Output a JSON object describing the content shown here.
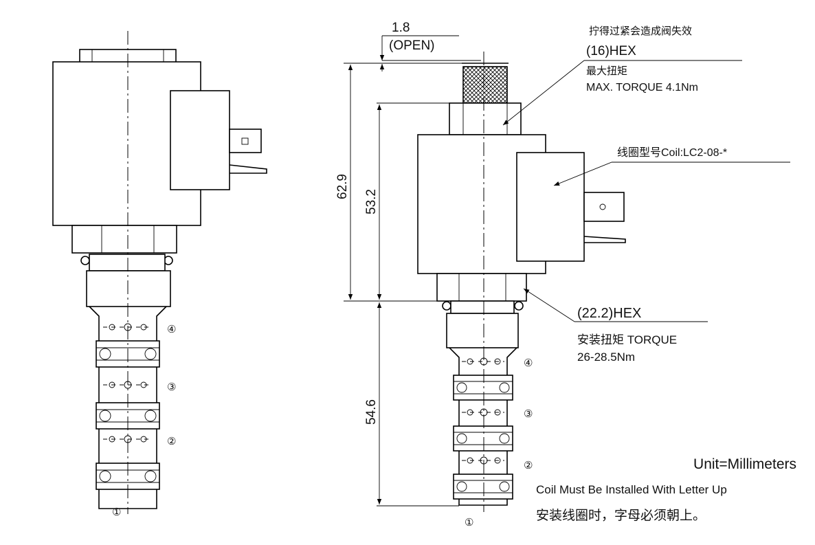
{
  "front_view": {
    "port_labels": [
      "④",
      "③",
      "②",
      "①"
    ]
  },
  "side_view": {
    "dimensions": {
      "open_gap": "1.8",
      "open_label": "(OPEN)",
      "overall_height": "62.9",
      "coil_height": "53.2",
      "cartridge_length": "54.6"
    },
    "port_labels": [
      "④",
      "③",
      "②",
      "①"
    ]
  },
  "callouts": {
    "warning_cn": "拧得过紧会造成阀失效",
    "hex_small": "(16)HEX",
    "max_torque_cn": "最大扭矩",
    "max_torque": "MAX. TORQUE 4.1Nm",
    "coil_model": "线圈型号Coil:LC2-08-*",
    "hex_large": "(22.2)HEX",
    "install_torque": "安装扭矩 TORQUE",
    "install_torque_value": "26-28.5Nm"
  },
  "notes": {
    "unit": "Unit=Millimeters",
    "coil_install": "Coil Must Be Installed With Letter Up",
    "coil_install_cn": "安装线圈时，字母必须朝上。"
  }
}
